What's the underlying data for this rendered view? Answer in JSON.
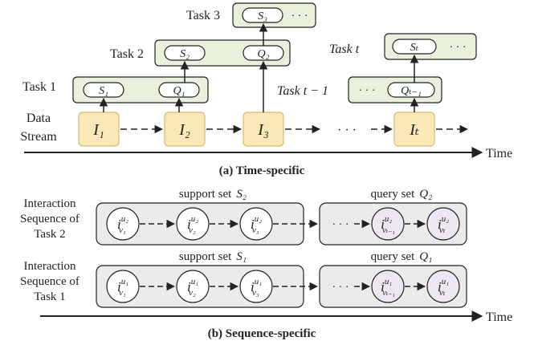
{
  "part_a": {
    "caption": "(a) Time-specific",
    "axis_label": "Time",
    "stream_label": [
      "Data",
      "Stream"
    ],
    "task_labels": {
      "task1": "Task 1",
      "task2": "Task 2",
      "task3": "Task 3",
      "task_t": "Task t",
      "task_t_minus_1": "Task t − 1"
    },
    "data_items": [
      "I₁",
      "I₂",
      "I₃",
      "Iₜ"
    ],
    "task1_items": [
      "S₁",
      "Q₁"
    ],
    "task2_items": [
      "S₂",
      "Q₂"
    ],
    "task3_items": [
      "S₃"
    ],
    "task_t_items": [
      "Sₜ"
    ],
    "task_t_minus_1_items": [
      "Qₜ₋₁"
    ],
    "ellipsis": "· · ·"
  },
  "part_b": {
    "caption": "(b) Sequence-specific",
    "axis_label": "Time",
    "rows": [
      {
        "label": [
          "Interaction",
          "Sequence of",
          "Task 2"
        ],
        "support_label": "support set",
        "support_symbol": "S₂",
        "query_label": "query set",
        "query_symbol": "Q₂",
        "user": "u₂",
        "support_nodes": [
          "v₁",
          "v₂",
          "v₃"
        ],
        "query_nodes": [
          "vₜ₋₁",
          "vₜ"
        ]
      },
      {
        "label": [
          "Interaction",
          "Sequence of",
          "Task 1"
        ],
        "support_label": "support set",
        "support_symbol": "S₁",
        "query_label": "query set",
        "query_symbol": "Q₁",
        "user": "u₁",
        "support_nodes": [
          "v₁",
          "v₂",
          "v₃"
        ],
        "query_nodes": [
          "vₜ₋₁",
          "vₜ"
        ]
      }
    ],
    "item_symbol": "i",
    "ellipsis": "· · ·"
  },
  "colors": {
    "task_box_fill": "#e9f0dc",
    "data_box_fill": "#fbe8b8",
    "data_box_stroke": "#d9b870",
    "sequence_box_fill": "#ebebeb",
    "query_node_fill": "#ece7f1",
    "stroke": "#222222"
  }
}
